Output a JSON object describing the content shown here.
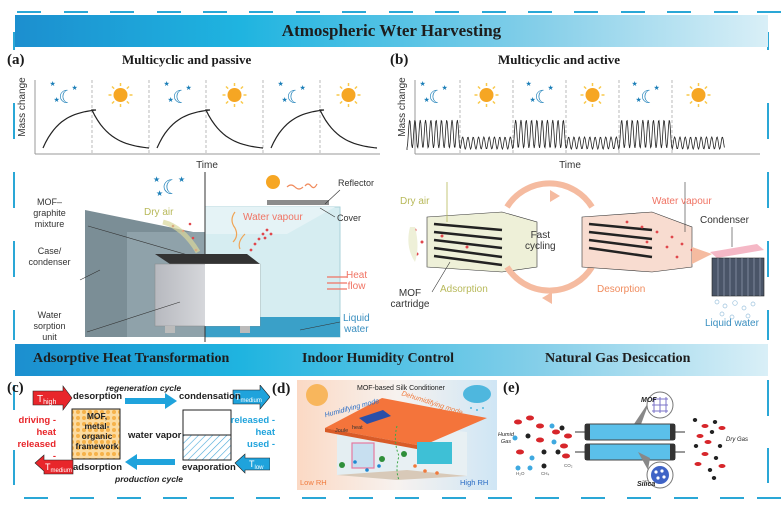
{
  "title": "Atmospheric Wter Harvesting",
  "panels": {
    "a": {
      "tag": "(a)",
      "title": "Multicyclic and passive",
      "ylabel": "Mass change",
      "xlabel": "Time",
      "labels": {
        "mof": "MOF–\ngraphite\nmixture",
        "mof_l1": "MOF–",
        "mof_l2": "graphite",
        "mof_l3": "mixture",
        "case_l1": "Case/",
        "case_l2": "condenser",
        "unit_l1": "Water",
        "unit_l2": "sorption",
        "unit_l3": "unit",
        "dry_air": "Dry air",
        "water_vapour": "Water vapour",
        "reflector": "Reflector",
        "cover": "Cover",
        "heat_l1": "Heat",
        "heat_l2": "flow",
        "liquid_l1": "Liquid",
        "liquid_l2": "water"
      }
    },
    "b": {
      "tag": "(b)",
      "title": "Multicyclic and active",
      "ylabel": "Mass change",
      "xlabel": "Time",
      "labels": {
        "dry_air": "Dry air",
        "fast_l1": "Fast",
        "fast_l2": "cycling",
        "water_vapour": "Water vapour",
        "condenser": "Condenser",
        "mof_l1": "MOF",
        "mof_l2": "cartridge",
        "adsorption": "Adsorption",
        "desorption": "Desorption",
        "liquid_water": "Liquid water"
      }
    },
    "c": {
      "tag": "(c)",
      "regeneration": "regeneration cycle",
      "production": "production cycle",
      "desorption": "desorption",
      "adsorption": "adsorption",
      "condensation": "condensation",
      "evaporation": "evaporation",
      "water_vapor": "water vapor",
      "mof_l1": "MOF,",
      "mof_l2": "metal-",
      "mof_l3": "organic",
      "mof_l4": "framework",
      "left_l1": "driving -",
      "left_l2": "heat",
      "left_l3": "released -",
      "right_l1": "released -",
      "right_l2": "heat",
      "right_l3": "used -",
      "t_high": "T",
      "t_high_sub": "high",
      "t_medium_sub": "medium",
      "t_low_sub": "low"
    },
    "d": {
      "tag": "(d)",
      "title": "MOF-based Silk Conditioner",
      "humidifying": "Humidifying mode",
      "dehumidifying": "Dehumidifying mode",
      "joule": "Joule",
      "heat": "heat",
      "low_rh": "Low RH",
      "high_rh": "High RH"
    },
    "e": {
      "tag": "(e)",
      "mof": "MOF",
      "silica": "Silica",
      "humid_l1": "Humid",
      "humid_l2": "Gas",
      "dry_gas": "Dry Gas",
      "h2o": "H₂O",
      "ch4": "CH₄",
      "co2": "CO₂"
    }
  },
  "section_banner": {
    "items": [
      "Adsorptive Heat Transformation",
      "Indoor Humidity Control",
      "Natural Gas Desiccation"
    ]
  },
  "colors": {
    "accent": "#2aa7d6",
    "red": "#e8262b",
    "blue_arrow": "#1fa3dc",
    "orange": "#f08b5d",
    "olive": "#b8b95a",
    "sun": "#f6a623",
    "moon": "#1c7fb8"
  }
}
